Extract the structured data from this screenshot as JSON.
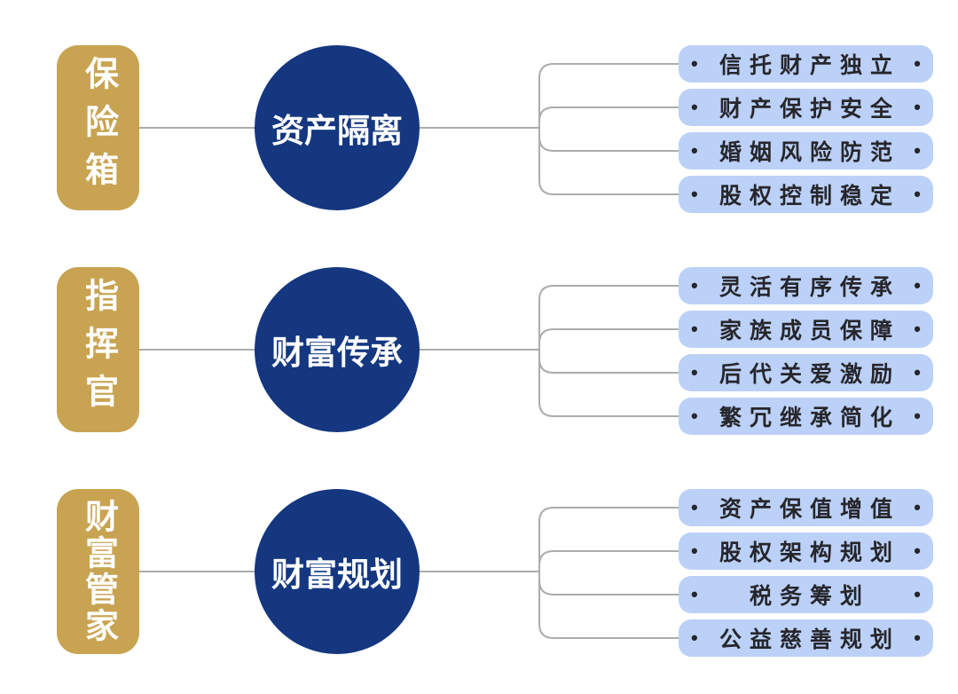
{
  "ui": {
    "bullet": "•"
  },
  "colors": {
    "role_box_gold": "#C8A351",
    "topic_circle_navy": "#143780",
    "pill_light_blue": "#BCD1F8",
    "pill_text": "#26262B",
    "connector_gray": "#ACACAC",
    "background": "#FFFFFF",
    "box_text_white": "#FFFFFF"
  },
  "rows": [
    {
      "role": "保险箱",
      "topic": "资产隔离",
      "items": [
        "信托财产独立",
        "财产保护安全",
        "婚姻风险防范",
        "股权控制稳定"
      ]
    },
    {
      "role": "指挥官",
      "topic": "财富传承",
      "items": [
        "灵活有序传承",
        "家族成员保障",
        "后代关爱激励",
        "繁冗继承简化"
      ]
    },
    {
      "role": "财富管家",
      "topic": "财富规划",
      "items": [
        "资产保值增值",
        "股权架构规划",
        "税务筹划",
        "公益慈善规划"
      ]
    }
  ]
}
